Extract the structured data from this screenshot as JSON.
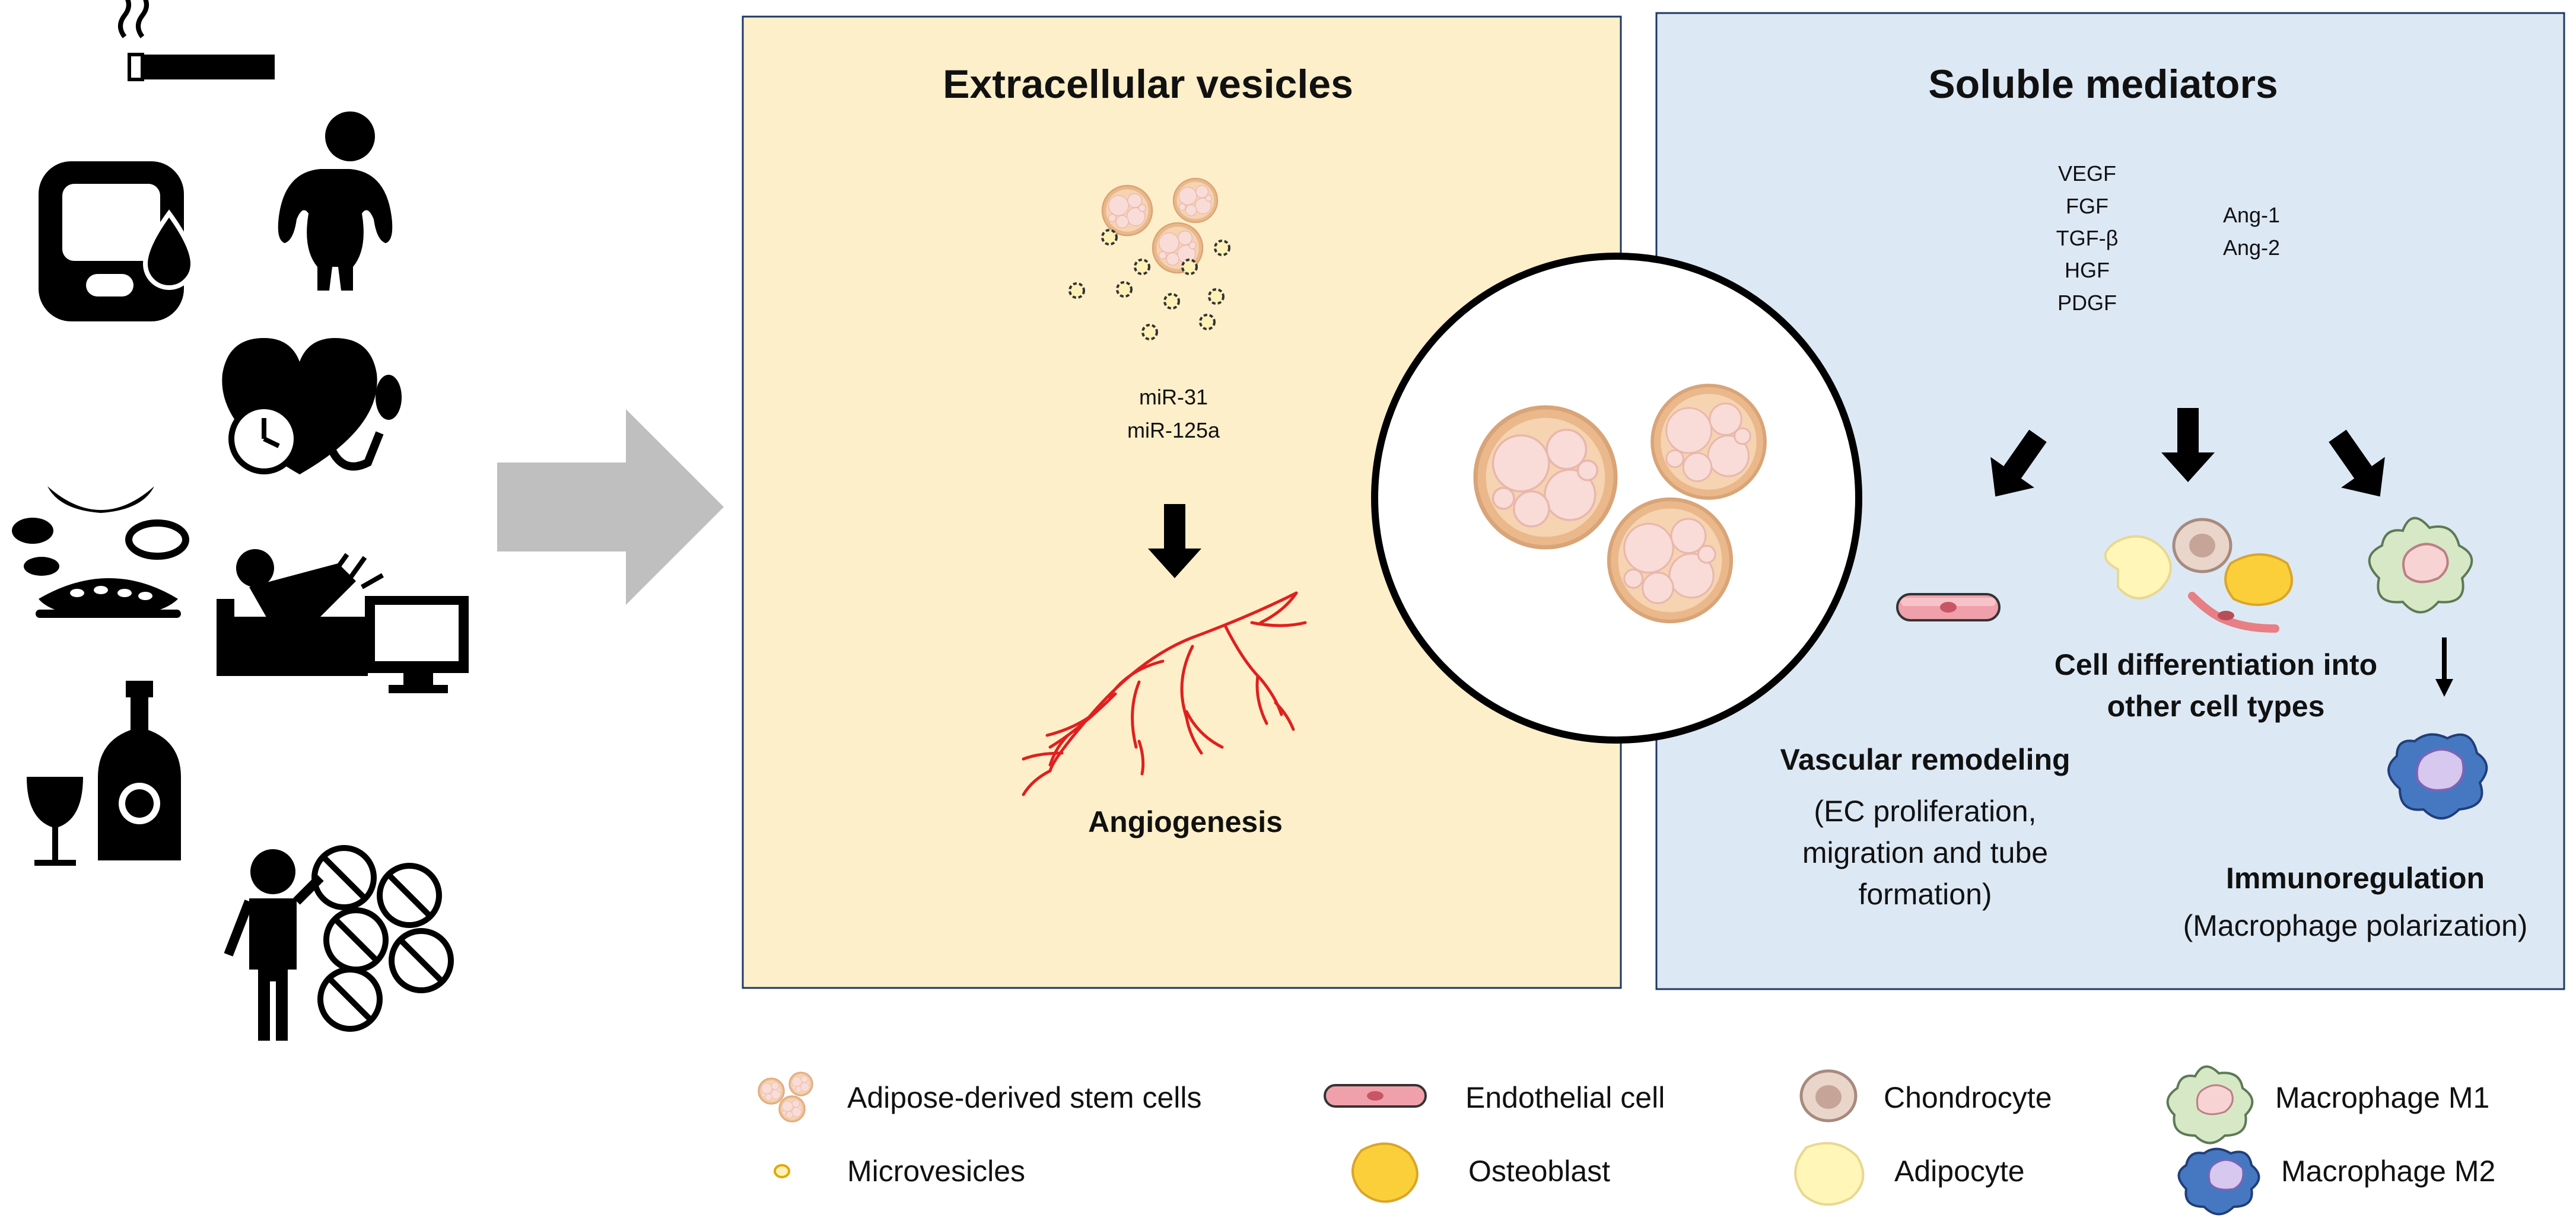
{
  "extracellular": {
    "title": "Extracellular vesicles",
    "mirnas": [
      "miR-31",
      "miR-125a"
    ],
    "outcome": "Angiogenesis"
  },
  "soluble": {
    "title": "Soluble mediators",
    "factors_left": [
      "VEGF",
      "FGF",
      "TGF-β",
      "HGF",
      "PDGF"
    ],
    "factors_right": [
      "Ang-1",
      "Ang-2"
    ],
    "vascular": {
      "title": "Vascular remodeling",
      "desc": [
        "(EC proliferation,",
        "migration and tube",
        "formation)"
      ]
    },
    "differentiation": {
      "title": [
        "Cell differentiation into",
        "other cell types"
      ]
    },
    "immuno": {
      "title": "Immunoregulation",
      "desc": "(Macrophage polarization)"
    }
  },
  "legend": [
    {
      "icon": "adipose-stem-cells-icon",
      "label": "Adipose-derived stem cells"
    },
    {
      "icon": "endothelial-cell-icon",
      "label": "Endothelial cell"
    },
    {
      "icon": "chondrocyte-icon",
      "label": "Chondrocyte"
    },
    {
      "icon": "macrophage-m1-icon",
      "label": "Macrophage M1"
    },
    {
      "icon": "microvesicles-icon",
      "label": "Microvesicles"
    },
    {
      "icon": "osteoblast-icon",
      "label": "Osteoblast"
    },
    {
      "icon": "adipocyte-icon",
      "label": "Adipocyte"
    },
    {
      "icon": "macrophage-m2-icon",
      "label": "Macrophage M2"
    }
  ],
  "colors": {
    "ev_panel": "#fdefc9",
    "sm_panel": "#dde8f5",
    "panel_border": "#1f3864",
    "vessel": "#e02020",
    "cell_fill": "#f4c9a6",
    "cell_inner": "#f9dcd7",
    "arrow_gray": "#bfbfbf"
  },
  "risk_factor_icons": [
    "cigarette-icon",
    "glucometer-icon",
    "obesity-icon",
    "heart-pressure-icon",
    "diet-icon",
    "sedentary-icon",
    "alcohol-icon",
    "junk-food-icon"
  ]
}
